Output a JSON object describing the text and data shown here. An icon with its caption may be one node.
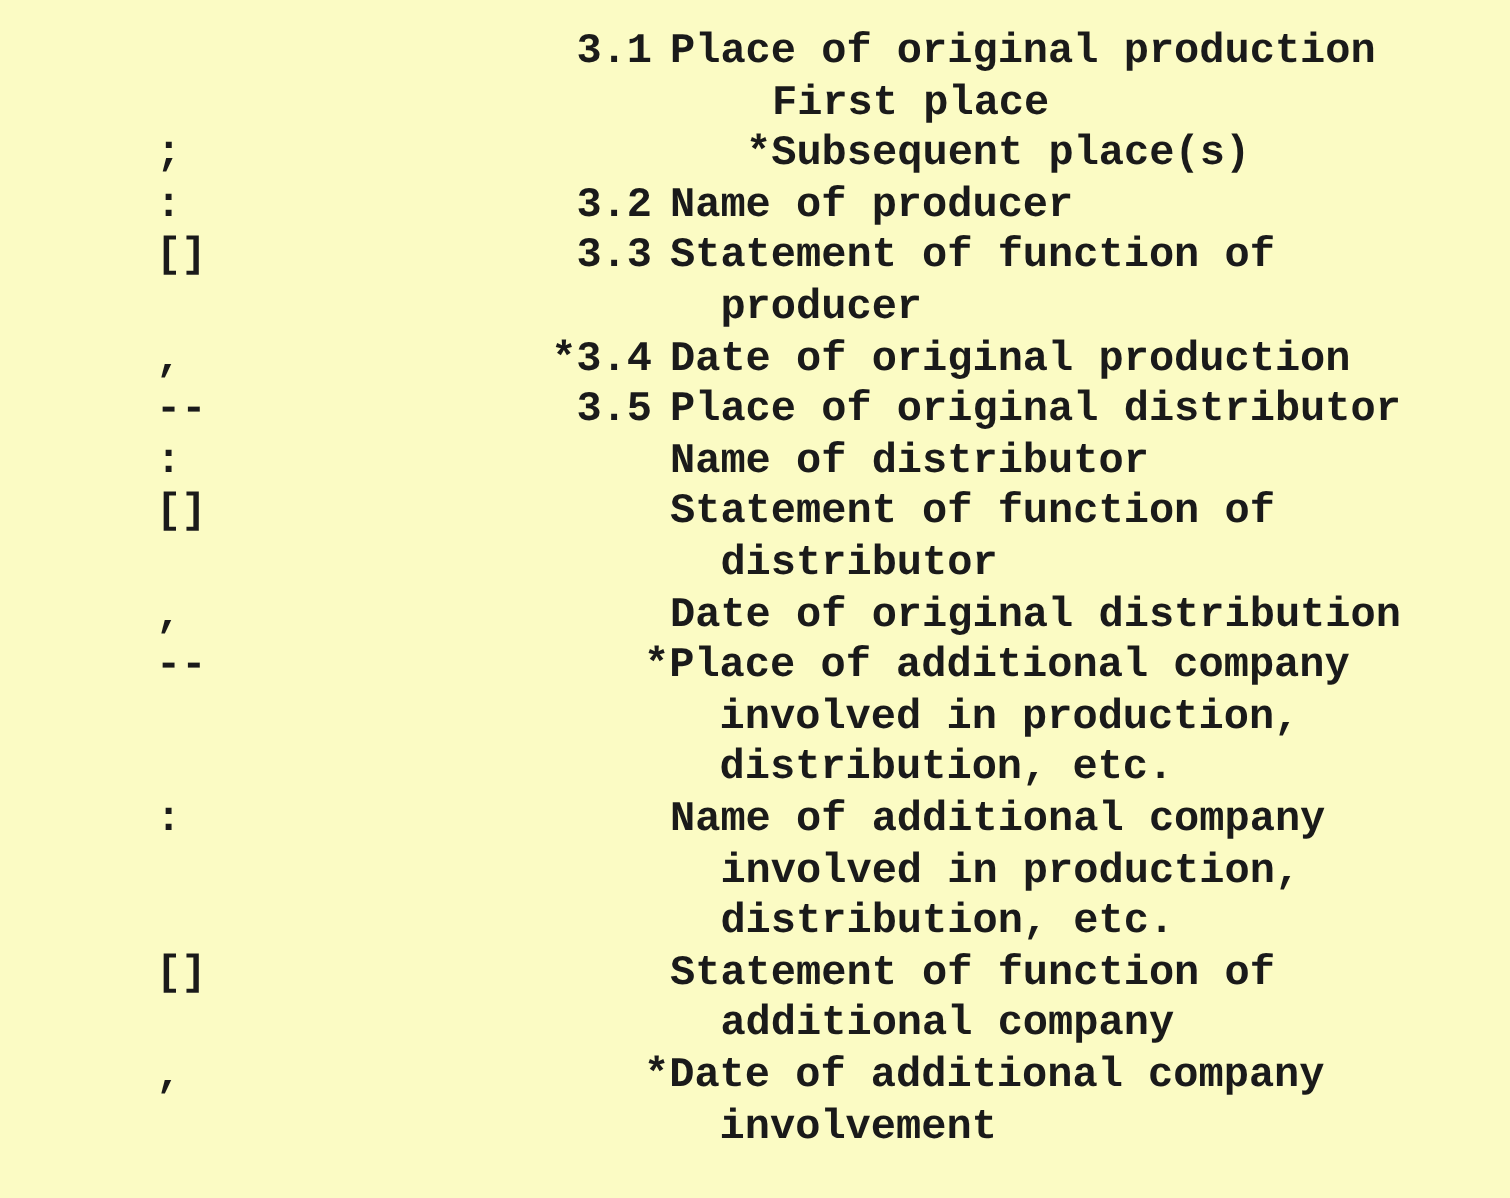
{
  "diagram": {
    "labels": [
      "3.1",
      "Place of original production",
      "First place",
      ";",
      "*Subsequent place(s)",
      ":",
      "3.2",
      "Name of producer",
      "[]",
      "3.3",
      "Statement of function of producer",
      ",",
      "*3.4",
      "Date of original production",
      "--",
      "3.5",
      "Place of original distributor",
      ":",
      "Name of distributor",
      "[]",
      "Statement of function of distributor",
      ",",
      "Date of original distribution",
      "--",
      "*Place of additional company involved in production, distribution, etc.",
      ":",
      "Name of additional company involved in production, distribution, etc.",
      "[]",
      "Statement of function of additional company",
      ",",
      "*Date of additional company involvement"
    ]
  }
}
